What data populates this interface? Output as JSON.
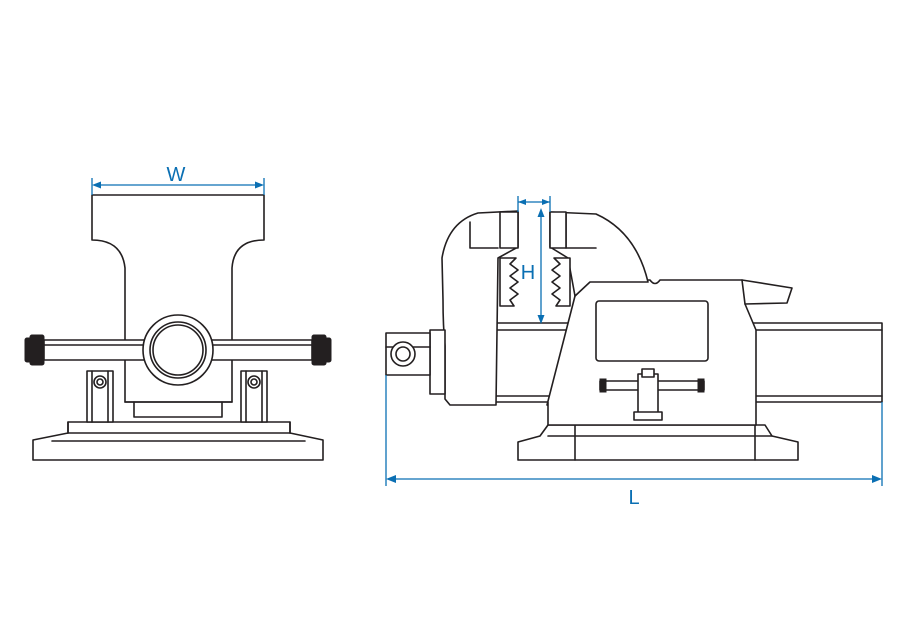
{
  "dimensions": {
    "width_label": "W",
    "height_label": "H",
    "length_label": "L"
  },
  "colors": {
    "outline": "#231f20",
    "dimension": "#0a6fb3",
    "background": "#ffffff"
  }
}
